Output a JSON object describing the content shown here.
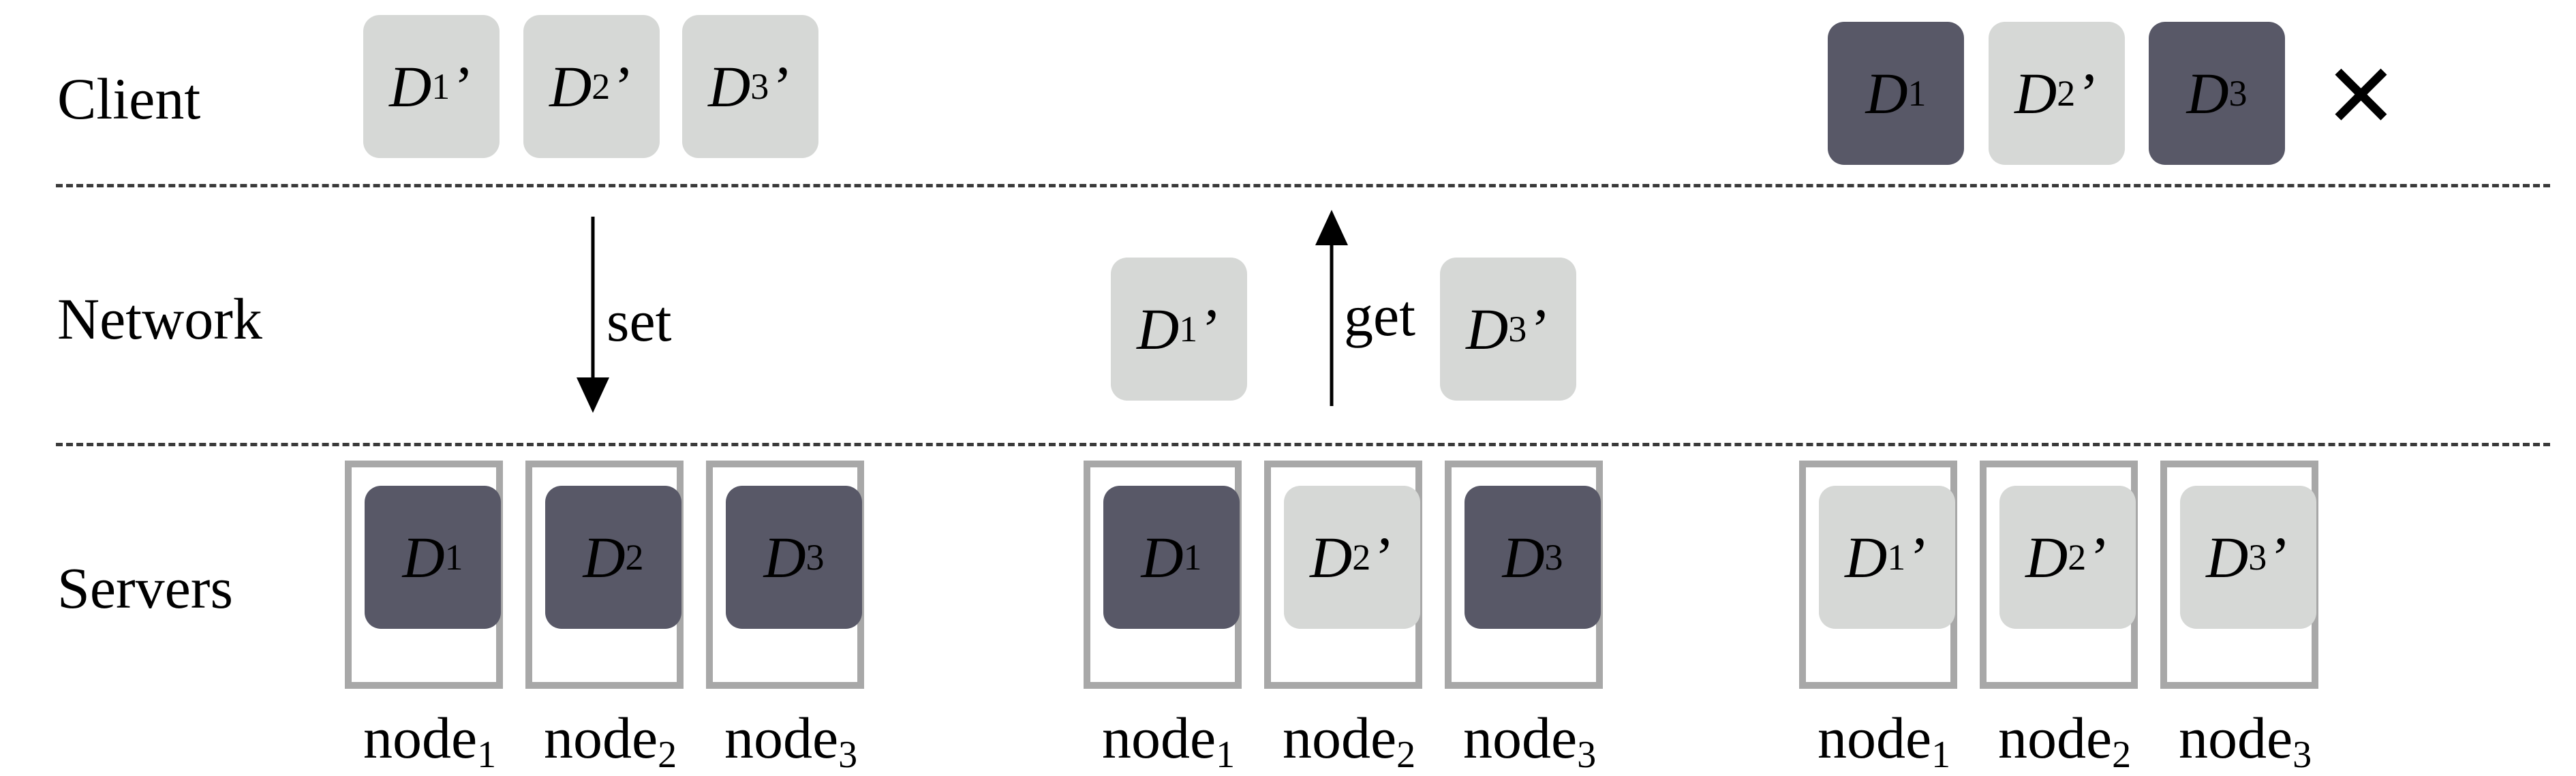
{
  "lanes": {
    "client": "Client",
    "network": "Network",
    "servers": "Servers"
  },
  "client_row": {
    "set_blocks": [
      {
        "base": "D",
        "sub": "1",
        "prime": "’",
        "style": "light"
      },
      {
        "base": "D",
        "sub": "2",
        "prime": "’",
        "style": "light"
      },
      {
        "base": "D",
        "sub": "3",
        "prime": "’",
        "style": "light"
      }
    ],
    "result_blocks": [
      {
        "base": "D",
        "sub": "1",
        "prime": "",
        "style": "dark"
      },
      {
        "base": "D",
        "sub": "2",
        "prime": "’",
        "style": "light"
      },
      {
        "base": "D",
        "sub": "3",
        "prime": "",
        "style": "dark"
      }
    ],
    "fail_mark": "✕"
  },
  "network_row": {
    "set_label": "set",
    "get_label": "get",
    "in_flight": [
      {
        "base": "D",
        "sub": "1",
        "prime": "’",
        "style": "light"
      },
      {
        "base": "D",
        "sub": "3",
        "prime": "’",
        "style": "light"
      }
    ]
  },
  "server_groups": [
    {
      "nodes": [
        {
          "label": "node",
          "sub": "1",
          "block": {
            "base": "D",
            "sub": "1",
            "prime": "",
            "style": "dark"
          }
        },
        {
          "label": "node",
          "sub": "2",
          "block": {
            "base": "D",
            "sub": "2",
            "prime": "",
            "style": "dark"
          }
        },
        {
          "label": "node",
          "sub": "3",
          "block": {
            "base": "D",
            "sub": "3",
            "prime": "",
            "style": "dark"
          }
        }
      ]
    },
    {
      "nodes": [
        {
          "label": "node",
          "sub": "1",
          "block": {
            "base": "D",
            "sub": "1",
            "prime": "",
            "style": "dark"
          }
        },
        {
          "label": "node",
          "sub": "2",
          "block": {
            "base": "D",
            "sub": "2",
            "prime": "’",
            "style": "light"
          }
        },
        {
          "label": "node",
          "sub": "3",
          "block": {
            "base": "D",
            "sub": "3",
            "prime": "",
            "style": "dark"
          }
        }
      ]
    },
    {
      "nodes": [
        {
          "label": "node",
          "sub": "1",
          "block": {
            "base": "D",
            "sub": "1",
            "prime": "’",
            "style": "light"
          }
        },
        {
          "label": "node",
          "sub": "2",
          "block": {
            "base": "D",
            "sub": "2",
            "prime": "’",
            "style": "light"
          }
        },
        {
          "label": "node",
          "sub": "3",
          "block": {
            "base": "D",
            "sub": "3",
            "prime": "’",
            "style": "light"
          }
        }
      ]
    }
  ]
}
